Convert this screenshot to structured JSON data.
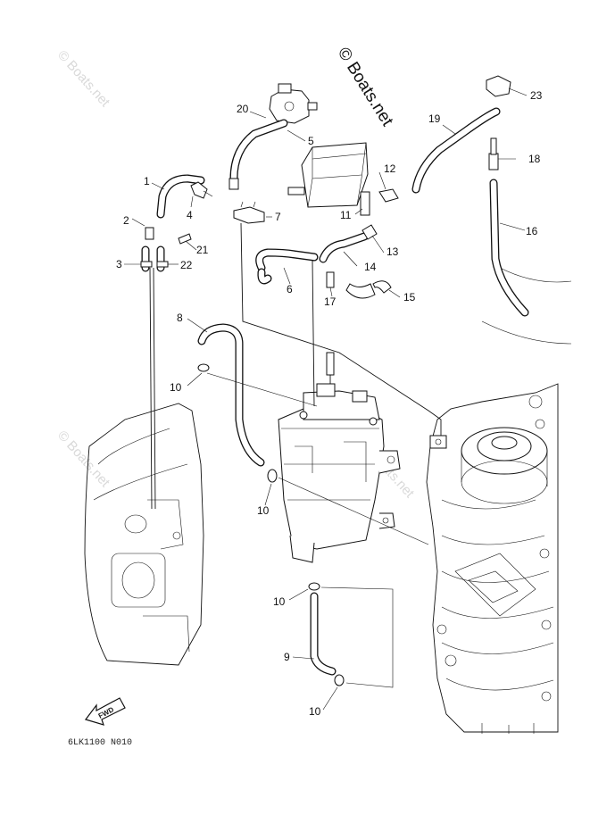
{
  "watermarks": {
    "main": "© Boats.net",
    "faint": "© Boats.net"
  },
  "diagram_code": "6LK1100 N010",
  "fwd_label": "FWD",
  "callouts": [
    {
      "id": "1",
      "text": "1"
    },
    {
      "id": "2",
      "text": "2"
    },
    {
      "id": "3",
      "text": "3"
    },
    {
      "id": "4",
      "text": "4"
    },
    {
      "id": "5",
      "text": "5"
    },
    {
      "id": "6",
      "text": "6"
    },
    {
      "id": "7",
      "text": "7"
    },
    {
      "id": "8",
      "text": "8"
    },
    {
      "id": "9",
      "text": "9"
    },
    {
      "id": "10a",
      "text": "10"
    },
    {
      "id": "10b",
      "text": "10"
    },
    {
      "id": "10c",
      "text": "10"
    },
    {
      "id": "10d",
      "text": "10"
    },
    {
      "id": "11",
      "text": "11"
    },
    {
      "id": "12",
      "text": "12"
    },
    {
      "id": "13",
      "text": "13"
    },
    {
      "id": "14",
      "text": "14"
    },
    {
      "id": "15",
      "text": "15"
    },
    {
      "id": "16",
      "text": "16"
    },
    {
      "id": "17",
      "text": "17"
    },
    {
      "id": "18",
      "text": "18"
    },
    {
      "id": "19",
      "text": "19"
    },
    {
      "id": "20",
      "text": "20"
    },
    {
      "id": "21",
      "text": "21"
    },
    {
      "id": "22",
      "text": "22"
    },
    {
      "id": "23",
      "text": "23"
    }
  ]
}
